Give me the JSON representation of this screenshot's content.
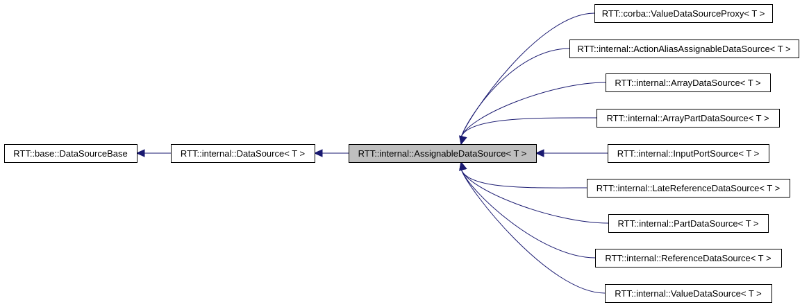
{
  "colors": {
    "edge": "#191970",
    "node_fill": "#ffffff",
    "node_highlight_fill": "#bfbfbf",
    "node_border": "#000000"
  },
  "nodes": [
    {
      "id": "datasourcebase",
      "label": "RTT::base::DataSourceBase",
      "highlighted": false
    },
    {
      "id": "datasource",
      "label": "RTT::internal::DataSource< T >",
      "highlighted": false
    },
    {
      "id": "assignabledatasource",
      "label": "RTT::internal::AssignableDataSource< T >",
      "highlighted": true
    },
    {
      "id": "valuedatasourceproxy",
      "label": "RTT::corba::ValueDataSourceProxy< T >",
      "highlighted": false
    },
    {
      "id": "actionaliasassignabledatasource",
      "label": "RTT::internal::ActionAliasAssignableDataSource< T >",
      "highlighted": false
    },
    {
      "id": "arraydatasource",
      "label": "RTT::internal::ArrayDataSource< T >",
      "highlighted": false
    },
    {
      "id": "arraypartdatasource",
      "label": "RTT::internal::ArrayPartDataSource< T >",
      "highlighted": false
    },
    {
      "id": "inputportsource",
      "label": "RTT::internal::InputPortSource< T >",
      "highlighted": false
    },
    {
      "id": "latereferencedatasource",
      "label": "RTT::internal::LateReferenceDataSource< T >",
      "highlighted": false
    },
    {
      "id": "partdatasource",
      "label": "RTT::internal::PartDataSource< T >",
      "highlighted": false
    },
    {
      "id": "referencedatasource",
      "label": "RTT::internal::ReferenceDataSource< T >",
      "highlighted": false
    },
    {
      "id": "valuedatasource",
      "label": "RTT::internal::ValueDataSource< T >",
      "highlighted": false
    }
  ],
  "edges": [
    {
      "from": "datasource",
      "to": "datasourcebase"
    },
    {
      "from": "assignabledatasource",
      "to": "datasource"
    },
    {
      "from": "valuedatasourceproxy",
      "to": "assignabledatasource"
    },
    {
      "from": "actionaliasassignabledatasource",
      "to": "assignabledatasource"
    },
    {
      "from": "arraydatasource",
      "to": "assignabledatasource"
    },
    {
      "from": "arraypartdatasource",
      "to": "assignabledatasource"
    },
    {
      "from": "inputportsource",
      "to": "assignabledatasource"
    },
    {
      "from": "latereferencedatasource",
      "to": "assignabledatasource"
    },
    {
      "from": "partdatasource",
      "to": "assignabledatasource"
    },
    {
      "from": "referencedatasource",
      "to": "assignabledatasource"
    },
    {
      "from": "valuedatasource",
      "to": "assignabledatasource"
    }
  ]
}
